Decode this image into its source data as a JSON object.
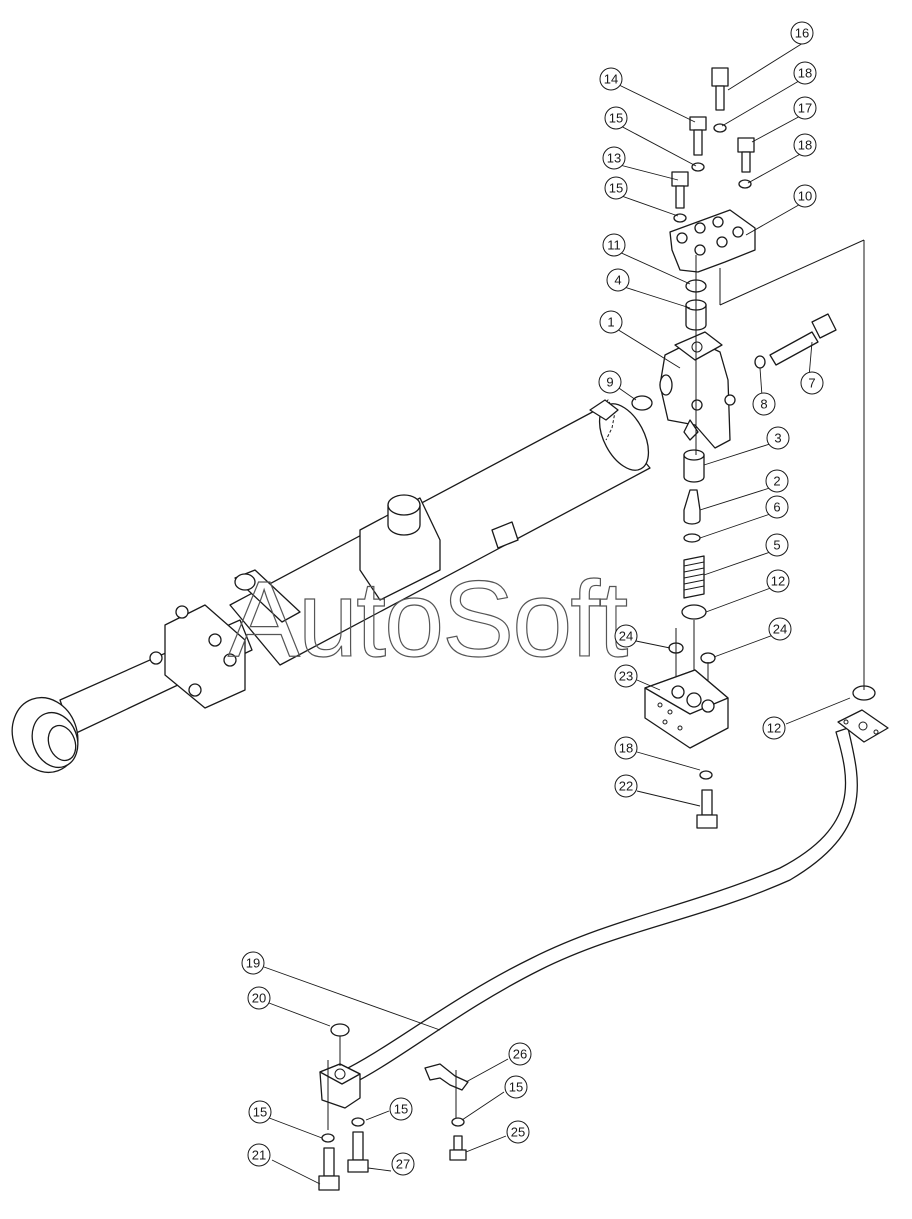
{
  "watermark": "AutoSoft",
  "callouts": [
    "1",
    "2",
    "3",
    "4",
    "5",
    "6",
    "7",
    "8",
    "9",
    "10",
    "11",
    "12",
    "13",
    "14",
    "15",
    "16",
    "17",
    "18",
    "19",
    "20",
    "21",
    "22",
    "23",
    "24",
    "25",
    "26",
    "27"
  ]
}
